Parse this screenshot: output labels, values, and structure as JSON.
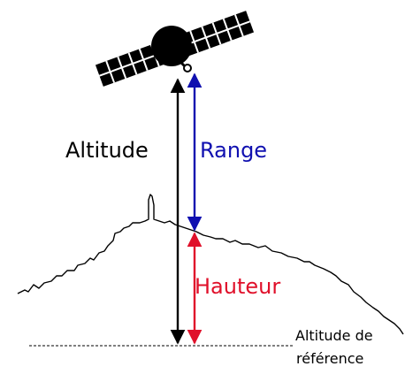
{
  "labels": {
    "altitude": "Altitude",
    "range": "Range",
    "hauteur": "Hauteur",
    "reference_line1": "Altitude de",
    "reference_line2": "référence"
  },
  "colors": {
    "altitude": "#000000",
    "range": "#1010b0",
    "hauteur": "#e0102a",
    "reference_line": "#000000",
    "terrain": "#000000",
    "satellite": "#000000"
  },
  "icons": {
    "satellite": "satellite-icon",
    "terrain": "mountain-profile"
  }
}
